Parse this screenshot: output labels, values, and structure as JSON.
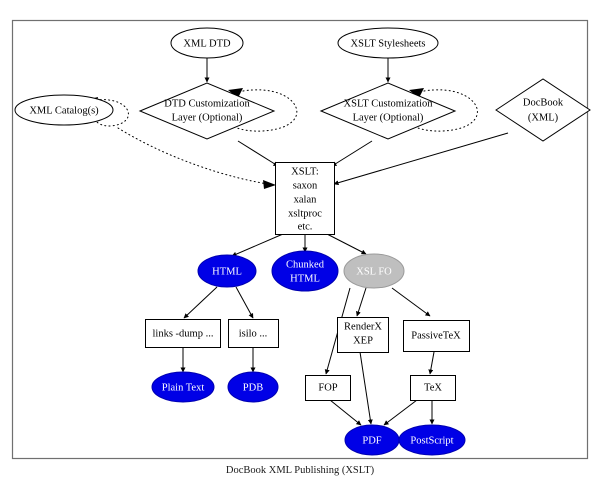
{
  "figure": {
    "caption": "DocBook XML Publishing (XSLT)",
    "colors": {
      "output_blue": "#0000e6",
      "inactive_gray": "#bfbfbf",
      "frame": "#707070",
      "line": "#000000"
    }
  },
  "nodes": {
    "xml_dtd": {
      "label": "XML DTD",
      "shape": "ellipse"
    },
    "xslt_stylesheets": {
      "label": "XSLT Stylesheets",
      "shape": "ellipse"
    },
    "xml_catalogs": {
      "label": "XML Catalog(s)",
      "shape": "ellipse"
    },
    "dtd_custom": {
      "label_line1": "DTD Customization",
      "label_line2": "Layer (Optional)",
      "shape": "diamond"
    },
    "xslt_custom": {
      "label_line1": "XSLT Customization",
      "label_line2": "Layer (Optional)",
      "shape": "diamond"
    },
    "docbook": {
      "label_line1": "DocBook",
      "label_line2": "(XML)",
      "shape": "diamond"
    },
    "xslt_proc": {
      "shape": "box",
      "lines": [
        "XSLT:",
        "saxon",
        "xalan",
        "xsltproc",
        "etc."
      ]
    },
    "html": {
      "label": "HTML",
      "shape": "ellipse",
      "fill": "blue"
    },
    "chunked_html": {
      "label_line1": "Chunked",
      "label_line2": "HTML",
      "shape": "ellipse",
      "fill": "blue"
    },
    "xsl_fo": {
      "label": "XSL FO",
      "shape": "ellipse",
      "fill": "gray"
    },
    "links_dump": {
      "label": "links -dump ...",
      "shape": "box"
    },
    "isilo": {
      "label": "isilo ...",
      "shape": "box"
    },
    "renderx_xep": {
      "label_line1": "RenderX",
      "label_line2": "XEP",
      "shape": "box"
    },
    "passivetex": {
      "label": "PassiveTeX",
      "shape": "box"
    },
    "plain_text": {
      "label": "Plain Text",
      "shape": "ellipse",
      "fill": "blue"
    },
    "pdb": {
      "label": "PDB",
      "shape": "ellipse",
      "fill": "blue"
    },
    "fop": {
      "label": "FOP",
      "shape": "box"
    },
    "tex": {
      "label": "TeX",
      "shape": "box"
    },
    "pdf": {
      "label": "PDF",
      "shape": "ellipse",
      "fill": "blue"
    },
    "postscript": {
      "label": "PostScript",
      "shape": "ellipse",
      "fill": "blue"
    }
  },
  "edges": [
    {
      "from": "xml_dtd",
      "to": "dtd_custom",
      "style": "solid"
    },
    {
      "from": "xslt_stylesheets",
      "to": "xslt_custom",
      "style": "solid"
    },
    {
      "from": "xml_catalogs",
      "to": "xml_catalogs",
      "style": "dotted"
    },
    {
      "from": "dtd_custom",
      "to": "dtd_custom",
      "style": "dotted"
    },
    {
      "from": "xslt_custom",
      "to": "xslt_custom",
      "style": "dotted"
    },
    {
      "from": "dtd_custom",
      "to": "xslt_proc",
      "style": "solid"
    },
    {
      "from": "xslt_custom",
      "to": "xslt_proc",
      "style": "solid"
    },
    {
      "from": "docbook",
      "to": "xslt_proc",
      "style": "solid"
    },
    {
      "from": "xml_catalogs",
      "to": "xslt_proc",
      "style": "dotted"
    },
    {
      "from": "xslt_proc",
      "to": "html",
      "style": "solid"
    },
    {
      "from": "xslt_proc",
      "to": "chunked_html",
      "style": "solid"
    },
    {
      "from": "xslt_proc",
      "to": "xsl_fo",
      "style": "solid"
    },
    {
      "from": "html",
      "to": "links_dump",
      "style": "solid"
    },
    {
      "from": "html",
      "to": "isilo",
      "style": "solid"
    },
    {
      "from": "links_dump",
      "to": "plain_text",
      "style": "solid"
    },
    {
      "from": "isilo",
      "to": "pdb",
      "style": "solid"
    },
    {
      "from": "xsl_fo",
      "to": "renderx_xep",
      "style": "solid"
    },
    {
      "from": "xsl_fo",
      "to": "passivetex",
      "style": "solid"
    },
    {
      "from": "xsl_fo",
      "to": "fop",
      "style": "solid"
    },
    {
      "from": "renderx_xep",
      "to": "pdf",
      "style": "solid"
    },
    {
      "from": "passivetex",
      "to": "tex",
      "style": "solid"
    },
    {
      "from": "fop",
      "to": "pdf",
      "style": "solid"
    },
    {
      "from": "tex",
      "to": "pdf",
      "style": "solid"
    },
    {
      "from": "tex",
      "to": "postscript",
      "style": "solid"
    }
  ]
}
